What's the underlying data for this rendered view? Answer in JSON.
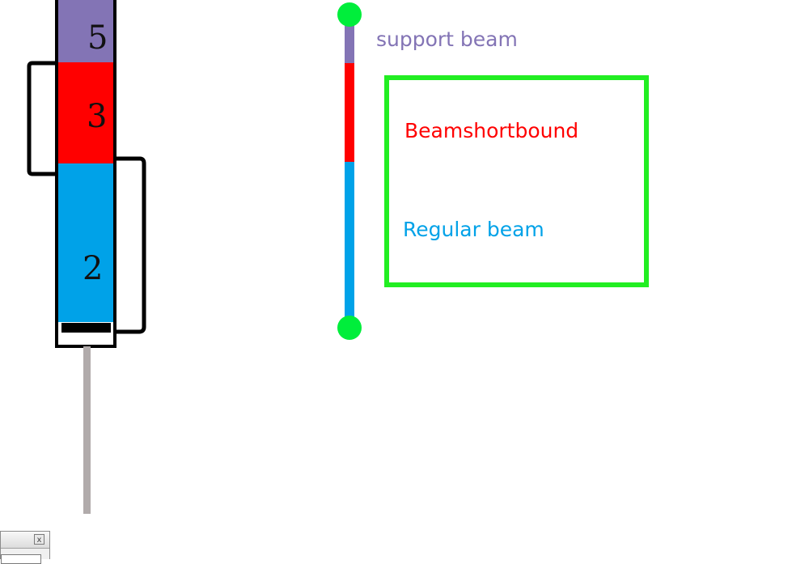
{
  "colors": {
    "support": "#8374b5",
    "short": "#ff0000",
    "regular": "#00a2e8",
    "node": "#00ee3b",
    "frame": "#22ee22",
    "outline": "#000000",
    "pole": "#b1abab"
  },
  "left_column": {
    "segments": [
      {
        "label": "5",
        "kind": "support"
      },
      {
        "label": "3",
        "kind": "short"
      },
      {
        "label": "2",
        "kind": "regular"
      }
    ]
  },
  "legend": {
    "support_label": "support beam",
    "short_label": "Beamshortbound",
    "regular_label": "Regular beam"
  },
  "window_fragment": {
    "close_glyph": "x",
    "close_icon": "close-icon"
  }
}
